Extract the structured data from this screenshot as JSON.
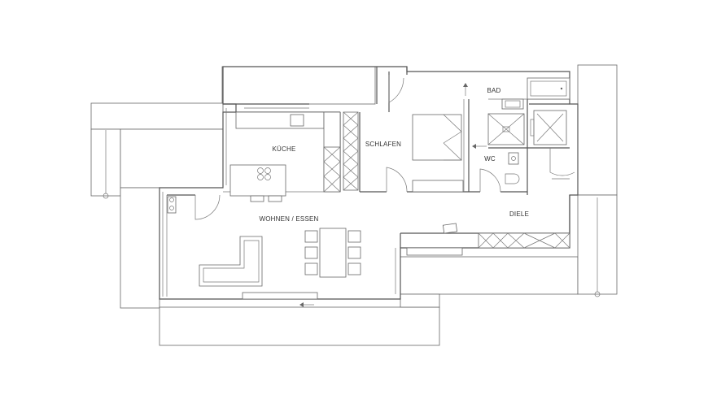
{
  "rooms": {
    "kueche": "KÜCHE",
    "schlafen": "SCHLAFEN",
    "bad": "BAD",
    "wc": "WC",
    "diele": "DIELE",
    "wohnen": "WOHNEN / ESSEN"
  }
}
